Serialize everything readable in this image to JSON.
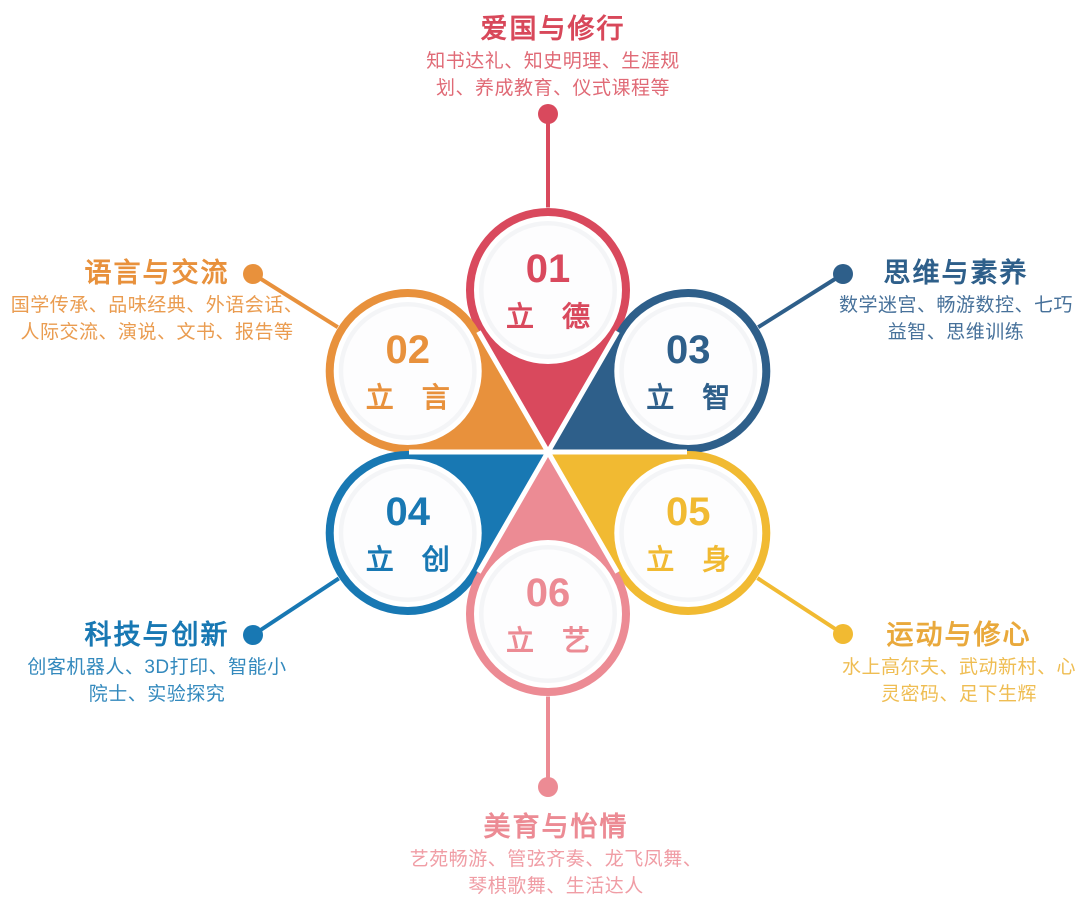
{
  "items": [
    {
      "position": "top",
      "number": "01",
      "label": "立德",
      "title": "爱国与修行",
      "desc_lines": [
        "知书达礼、知史明理、生涯规",
        "划、养成教育、仪式课程等"
      ],
      "color": "#D9495D",
      "title_color": "#D8485A",
      "desc_color": "#E06A76"
    },
    {
      "position": "upper-left",
      "number": "02",
      "label": "立言",
      "title": "语言与交流",
      "desc_lines": [
        "国学传承、品味经典、外语会话、",
        "人际交流、演说、文书、报告等"
      ],
      "color": "#E8913C",
      "title_color": "#E8913C",
      "desc_color": "#EA9C50"
    },
    {
      "position": "upper-right",
      "number": "03",
      "label": "立智",
      "title": "思维与素养",
      "desc_lines": [
        "数学迷宫、畅游数控、七巧",
        "益智、思维训练"
      ],
      "color": "#2E5F8A",
      "title_color": "#2E5F8A",
      "desc_color": "#47719A"
    },
    {
      "position": "lower-left",
      "number": "04",
      "label": "立创",
      "title": "科技与创新",
      "desc_lines": [
        "创客机器人、3D打印、智能小",
        "院士、实验探究"
      ],
      "color": "#1878B3",
      "title_color": "#1878B3",
      "desc_color": "#3389BD"
    },
    {
      "position": "lower-right",
      "number": "05",
      "label": "立身",
      "title": "运动与修心",
      "desc_lines": [
        "水上高尔夫、武动新村、心",
        "灵密码、足下生辉"
      ],
      "color": "#F1BA32",
      "title_color": "#E9A93C",
      "desc_color": "#EFBD52"
    },
    {
      "position": "bottom",
      "number": "06",
      "label": "立艺",
      "title": "美育与怡情",
      "desc_lines": [
        "艺苑畅游、管弦齐奏、龙飞凤舞、",
        "琴棋歌舞、生活达人"
      ],
      "color": "#EC8B94",
      "title_color": "#EC8B94",
      "desc_color": "#F09DA5"
    }
  ],
  "palette": {
    "background": "#FFFFFF",
    "circle_inner": "#F4F5F7"
  }
}
